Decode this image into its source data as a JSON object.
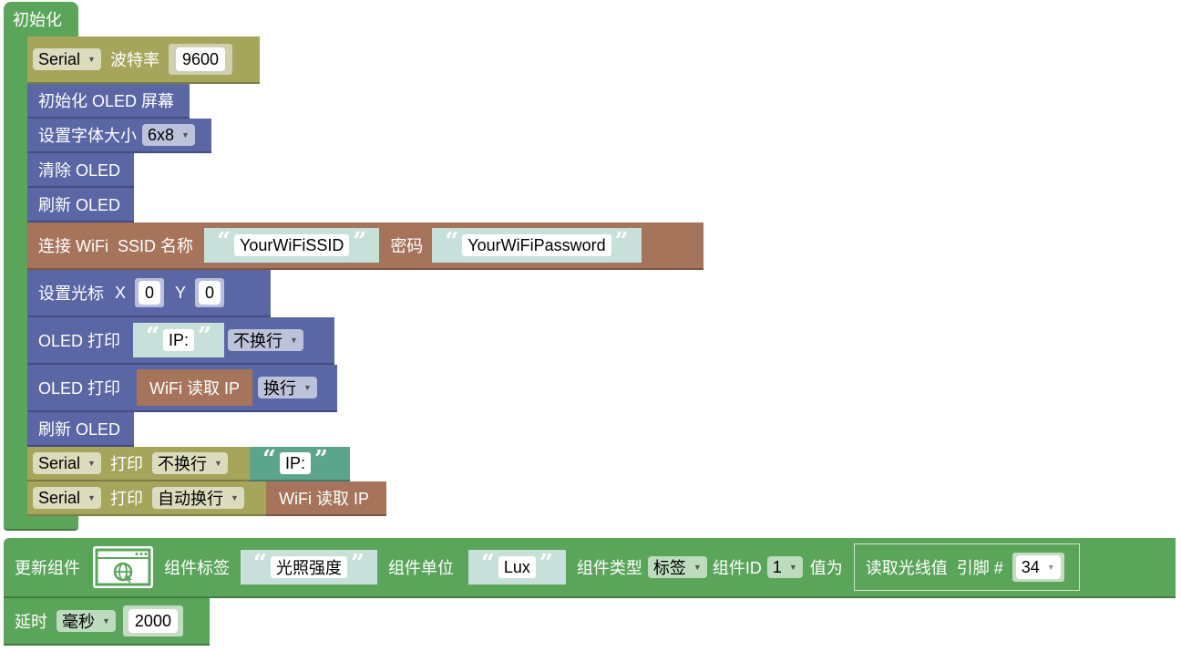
{
  "setup": {
    "title": "初始化"
  },
  "serial_begin": {
    "port": "Serial",
    "baud_label": "波特率",
    "baud": "9600"
  },
  "oled_init": {
    "label": "初始化 OLED 屏幕"
  },
  "font_size": {
    "label": "设置字体大小",
    "value": "6x8"
  },
  "oled_clear": {
    "label": "清除 OLED"
  },
  "oled_refresh1": {
    "label": "刷新 OLED"
  },
  "wifi_connect": {
    "label": "连接 WiFi  SSID 名称",
    "ssid": "YourWiFiSSID",
    "pwd_label": "密码",
    "password": "YourWiFiPassword"
  },
  "cursor": {
    "label": "设置光标",
    "x_label": "X",
    "x": "0",
    "y_label": "Y",
    "y": "0"
  },
  "oled_print1": {
    "label": "OLED 打印",
    "text": "IP:",
    "mode": "不换行"
  },
  "oled_print2": {
    "label": "OLED 打印",
    "inner": "WiFi 读取 IP",
    "mode": "换行"
  },
  "oled_refresh2": {
    "label": "刷新 OLED"
  },
  "serial_print1": {
    "port": "Serial",
    "label": "打印",
    "mode": "不换行",
    "text": "IP:"
  },
  "serial_print2": {
    "port": "Serial",
    "label": "打印",
    "mode": "自动换行",
    "inner": "WiFi 读取 IP"
  },
  "update_widget": {
    "label": "更新组件",
    "icon": "globe-icon",
    "tag_label": "组件标签",
    "tag": "光照强度",
    "unit_label": "组件单位",
    "unit": "Lux",
    "type_label": "组件类型",
    "type": "标签",
    "id_label": "组件ID",
    "id": "1",
    "value_label": "值为",
    "read_label": "读取光线值  引脚 #",
    "pin": "34"
  },
  "delay": {
    "label": "延时",
    "unit": "毫秒",
    "value": "2000"
  },
  "colors": {
    "control": "#5ba55b",
    "serial": "#a5a55b",
    "oled": "#5b67a5",
    "wifi": "#a5745b",
    "text": "#5ba58c"
  }
}
